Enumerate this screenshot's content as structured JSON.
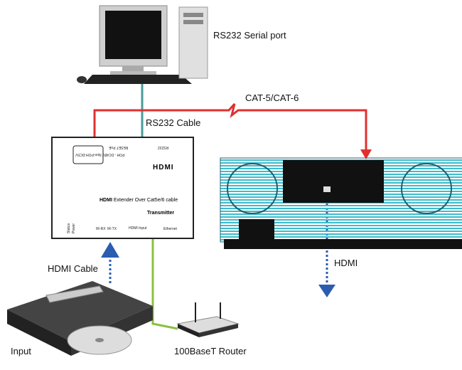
{
  "labels": {
    "serial_port": "RS232 Serial port",
    "cat_cable": "CAT-5/CAT-6",
    "rs232_cable": "RS232 Cable",
    "hdmi_out": "HDMI",
    "hdmi_cable": "HDMI Cable",
    "input": "Input",
    "router": "100BaseT Router"
  },
  "transmitter": {
    "hdmi_logo": "HDMI",
    "title_bold": "HDMI",
    "title_rest": " Extender Over Cat5e/6 cable",
    "subtitle": "Transmitter",
    "power_label": "POH - DC48V Non-POH-DC5V",
    "reset_label": "RESET PoE",
    "rs232": "RS232",
    "ports": [
      "Status",
      "Power",
      "IR-RX",
      "IR-TX",
      "HDMI Input",
      "Ethernet"
    ]
  },
  "colors": {
    "cat_cable": "#e03030",
    "rs232_cable": "#4a9a9a",
    "hdmi": "#2a5db0",
    "ethernet": "#8ac040",
    "projector": "#3cbccc"
  }
}
